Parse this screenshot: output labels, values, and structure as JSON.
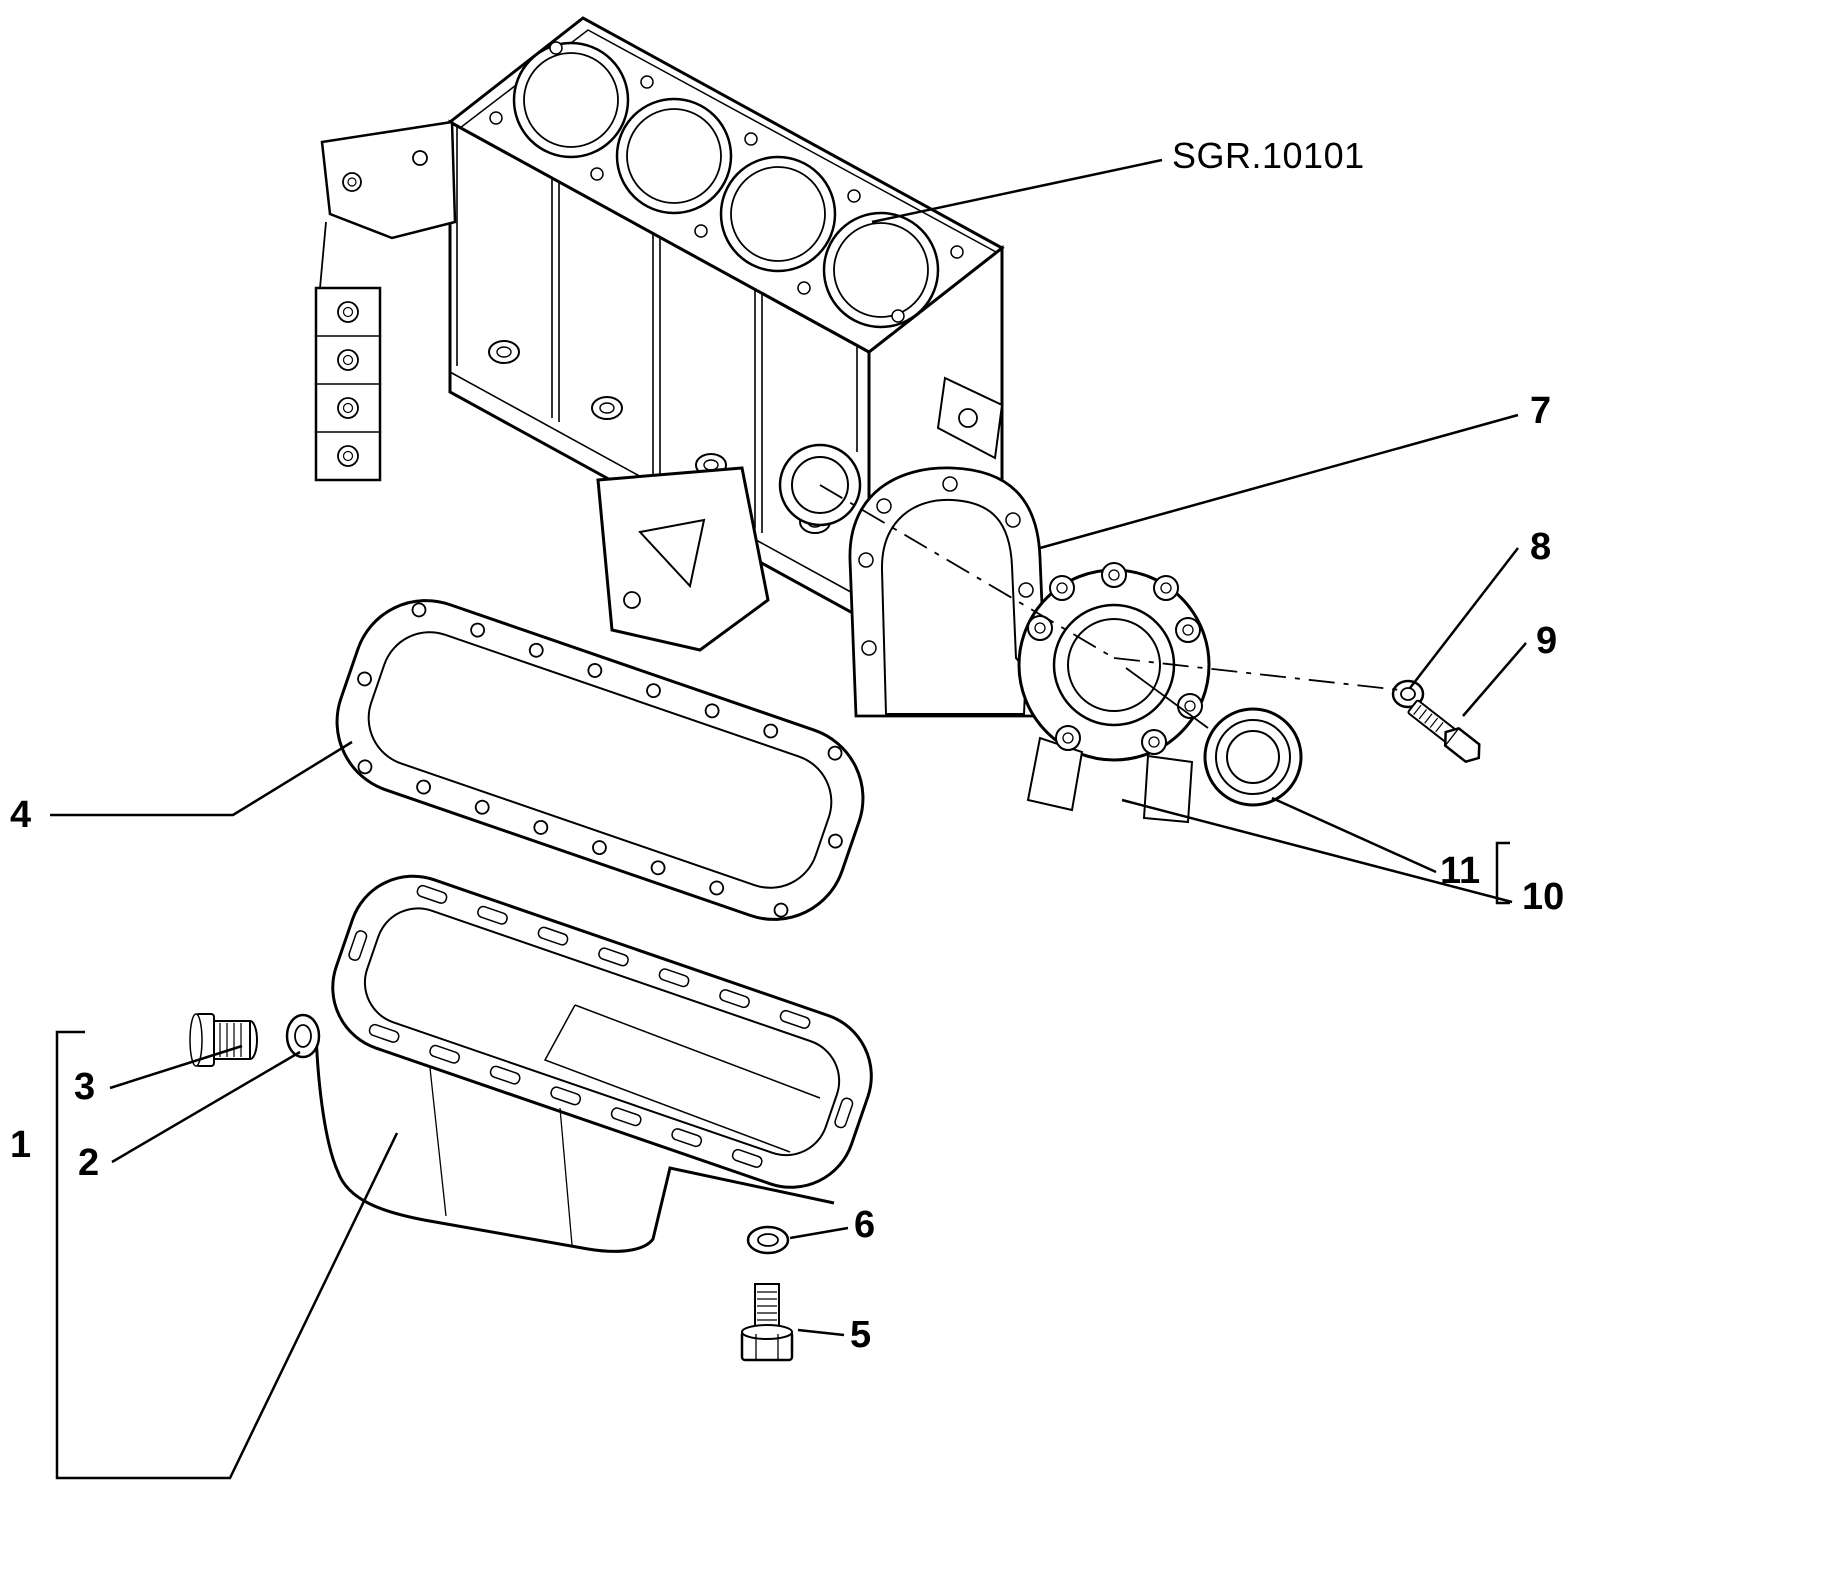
{
  "diagram": {
    "reference_label": "SGR.10101",
    "callouts": {
      "c1": "1",
      "c2": "2",
      "c3": "3",
      "c4": "4",
      "c5": "5",
      "c6": "6",
      "c7": "7",
      "c8": "8",
      "c9": "9",
      "c10": "10",
      "c11": "11"
    },
    "colors": {
      "ink": "#000000",
      "paper": "#ffffff"
    }
  }
}
